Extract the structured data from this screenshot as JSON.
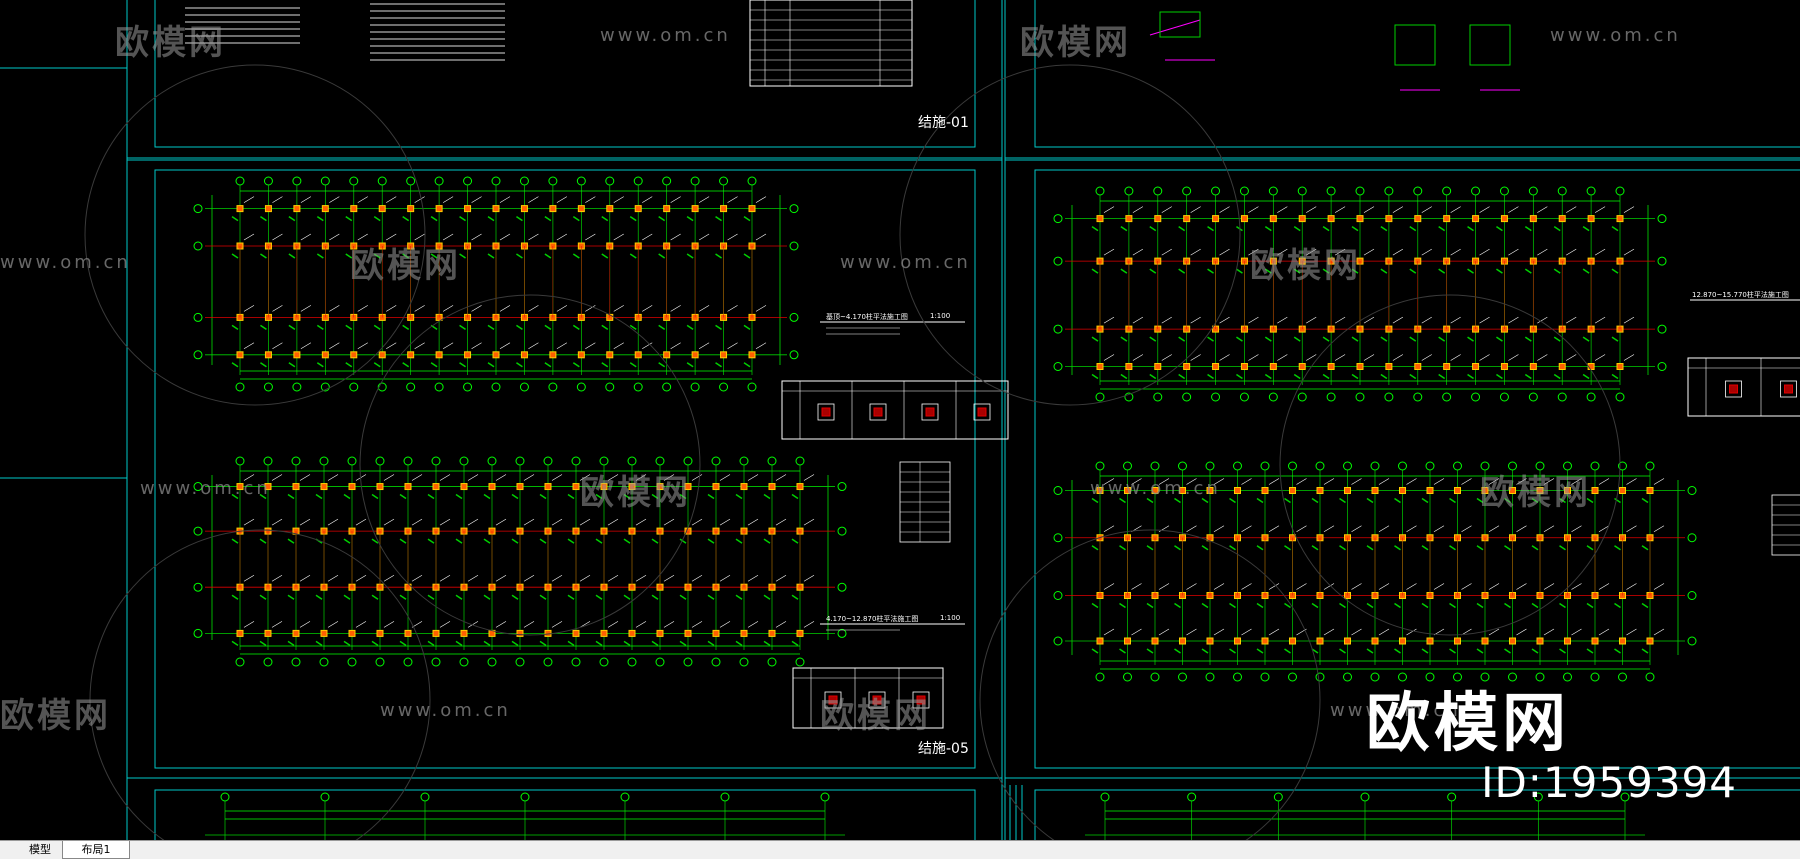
{
  "window": {
    "tabs": [
      {
        "label": "模型",
        "active": false
      },
      {
        "label": "布局1",
        "active": true
      }
    ]
  },
  "sheets": {
    "label_01": "结施-01",
    "label_05": "结施-05"
  },
  "plan_titles": {
    "t1": "基顶~4.170柱平法施工图",
    "t1_scale": "1:100",
    "t2": "4.170~12.870柱平法施工图",
    "t2_scale": "1:100",
    "t3": "12.870~15.770柱平法施工图"
  },
  "watermark": {
    "site_text": "www.om.cn",
    "logo_text": "欧模网",
    "big_logo": "欧模网",
    "id_text": "ID:1959394"
  },
  "colors": {
    "background": "#000000",
    "frame": "#00c8c8",
    "grid_line": "#00d000",
    "beam_red": "#e00000",
    "column_yellow": "#ffd000",
    "axis_bubble": "#00ff00",
    "dimension": "#00ff00",
    "annotation": "#ffffff",
    "magenta": "#ff00ff"
  }
}
